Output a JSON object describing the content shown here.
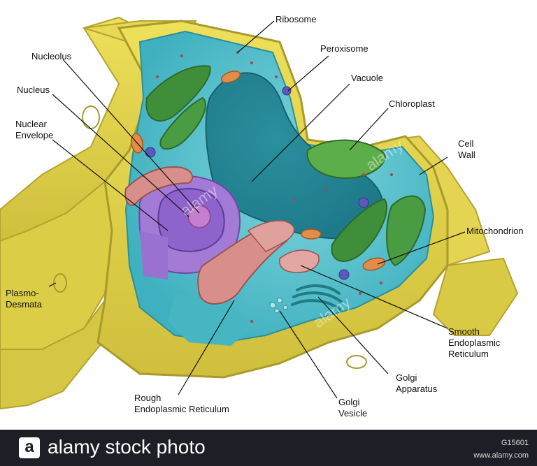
{
  "labels": {
    "ribosome": "Ribosome",
    "peroxisome": "Peroxisome",
    "vacuole": "Vacuole",
    "chloroplast": "Chloroplast",
    "cell_wall": [
      "Cell",
      "Wall"
    ],
    "mitochondrion": "Mitochondrion",
    "smooth_er": [
      "Smooth",
      "Endoplasmic",
      "Reticulum"
    ],
    "golgi_apparatus": [
      "Golgi",
      "Apparatus"
    ],
    "golgi_vesicle": [
      "Golgi",
      "Vesicle"
    ],
    "rough_er": [
      "Rough",
      "Endoplasmic Reticulum"
    ],
    "plasmodesmata": [
      "Plasmo-",
      "Desmata"
    ],
    "nuclear_envelope": [
      "Nuclear",
      "Envelope"
    ],
    "nucleus": "Nucleus",
    "nucleolus": "Nucleolus"
  },
  "footer": {
    "logo_letter": "a",
    "brand": "alamy stock photo",
    "image_id": "G15601",
    "site": "www.alamy.com"
  },
  "watermark": "alamy",
  "colors": {
    "cell_wall": "#e0d24a",
    "cytoplasm": "#5ec4cf",
    "vacuole": "#2a9aab",
    "chloroplast": "#3f8f3a",
    "nucleus": "#a37ad6",
    "rough_er": "#d88f8c",
    "footer_bg": "#1d1f26"
  }
}
